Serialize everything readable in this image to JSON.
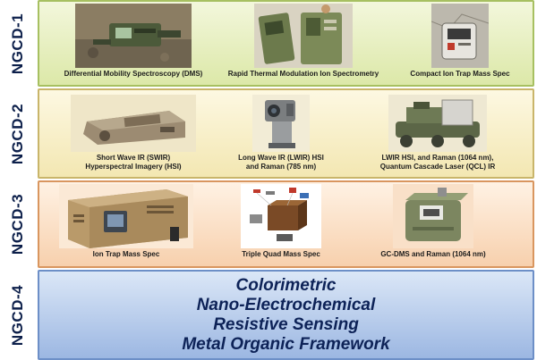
{
  "rows": [
    {
      "label": "NGCD-1",
      "items": [
        {
          "caption": "Differential Mobility Spectroscopy (DMS)",
          "image": "handheld-dms-detector-image"
        },
        {
          "caption": "Rapid Thermal Modulation Ion Spectrometry",
          "image": "ion-spectrometry-devices-image"
        },
        {
          "caption": "Compact Ion Trap Mass Spec",
          "image": "compact-mass-spec-image"
        }
      ]
    },
    {
      "label": "NGCD-2",
      "items": [
        {
          "caption_lines": [
            "Short Wave IR (SWIR)",
            "Hyperspectral Imagery (HSI)"
          ],
          "image": "swir-hsi-device-image"
        },
        {
          "caption_lines": [
            "Long Wave IR (LWIR) HSI",
            "and Raman (785 nm)"
          ],
          "image": "lwir-raman-device-image"
        },
        {
          "caption_lines": [
            "LWIR HSI, and Raman (1064 nm),",
            "Quantum Cascade Laser (QCL) IR"
          ],
          "image": "lwir-qcl-rover-image"
        }
      ]
    },
    {
      "label": "NGCD-3",
      "items": [
        {
          "caption": "Ion Trap Mass Spec",
          "image": "ion-trap-box-image"
        },
        {
          "caption": "Triple Quad Mass Spec",
          "image": "triple-quad-exploded-image"
        },
        {
          "caption": "GC-DMS and Raman (1064 nm)",
          "image": "gc-dms-device-image"
        }
      ]
    },
    {
      "label": "NGCD-4",
      "technologies": [
        "Colorimetric",
        "Nano-Electrochemical",
        "Resistive Sensing",
        "Metal Organic Framework"
      ]
    }
  ],
  "colors": {
    "ngcd1_band": "#dce8a8",
    "ngcd2_band": "#f3e7b2",
    "ngcd3_band": "#f7d0ad",
    "ngcd4_band": "#9cb7e2",
    "label_text": "#0c1f4a"
  }
}
